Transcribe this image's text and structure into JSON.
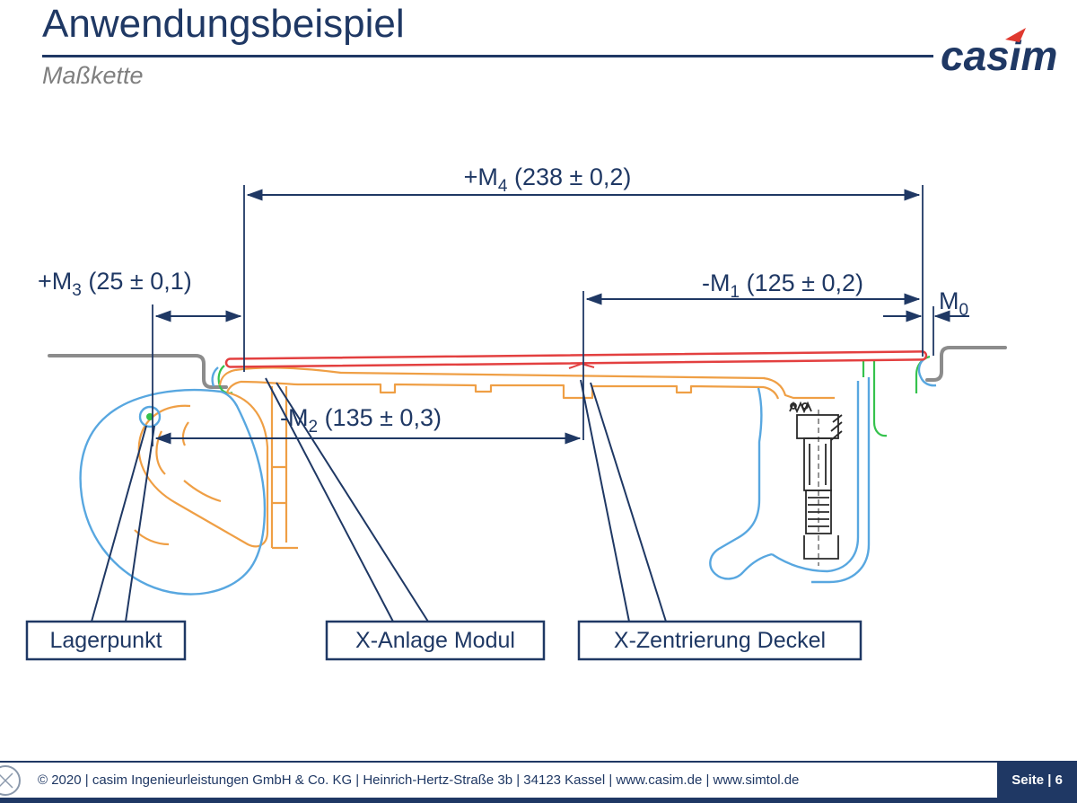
{
  "header": {
    "title": "Anwendungsbeispiel",
    "subtitle": "Maßkette",
    "logo_text": "casim"
  },
  "dimensions": {
    "m4": {
      "main": "+M",
      "sub": "4",
      "rest": " (238 ± 0,2)"
    },
    "m3": {
      "main": "+M",
      "sub": "3",
      "rest": " (25 ± 0,1)"
    },
    "m1": {
      "main": "-M",
      "sub": "1",
      "rest": " (125 ± 0,2)"
    },
    "m2": {
      "main": "-M",
      "sub": "2",
      "rest": " (135 ± 0,3)"
    },
    "m0": {
      "main": "M",
      "sub": "0",
      "rest": ""
    }
  },
  "callouts": {
    "lagerpunkt": "Lagerpunkt",
    "x_anlage": "X-Anlage Modul",
    "x_zentrierung": "X-Zentrierung Deckel"
  },
  "footer": {
    "copyright": "© 2020 | casim Ingenieurleistungen GmbH & Co. KG | Heinrich-Hertz-Straße 3b | 34123 Kassel | www.casim.de | www.simtol.de",
    "page": "Seite | 6"
  },
  "colors": {
    "navy": "#1F3864",
    "subtitle_gray": "#7F7F7F",
    "body_gray": "#8C8C8C",
    "red": "#E34040",
    "orange": "#EF9F45",
    "blue": "#58A7E0",
    "green": "#35C24D",
    "logo_red": "#E0392F"
  }
}
